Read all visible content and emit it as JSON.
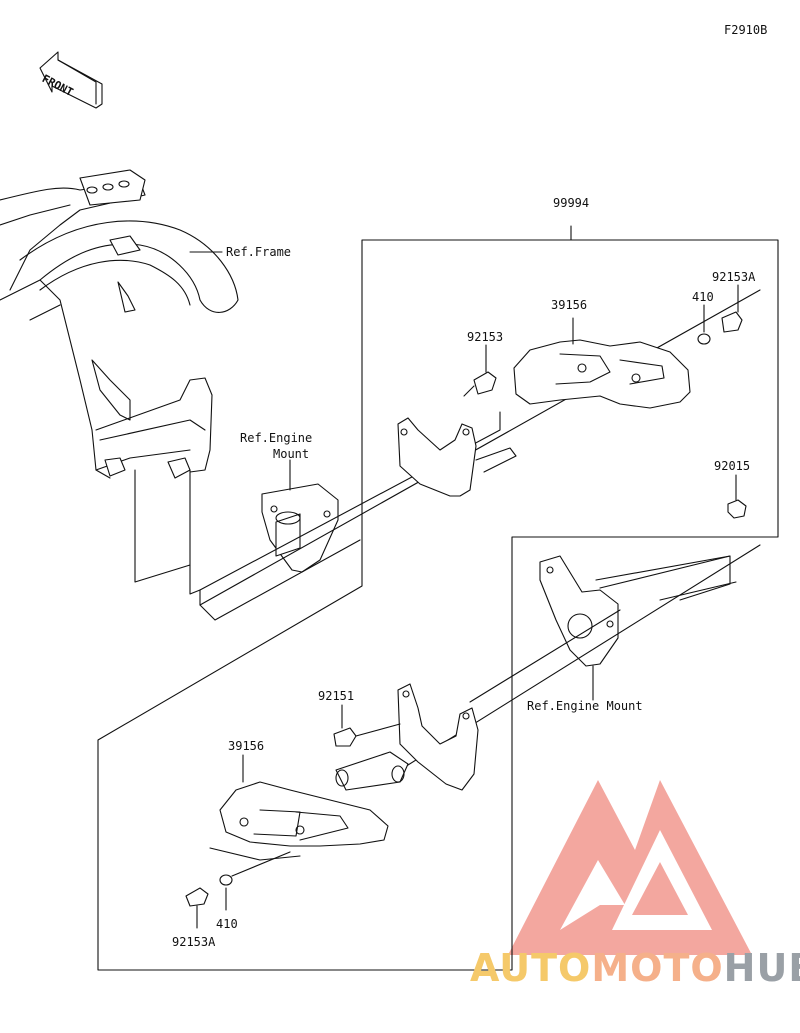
{
  "figure_code": "F2910B",
  "front_marker": "FRONT",
  "labels": {
    "ref_frame": "Ref.Frame",
    "ref_engine_mount_1_line1": "Ref.Engine",
    "ref_engine_mount_1_line2": "Mount",
    "ref_engine_mount_2": "Ref.Engine Mount"
  },
  "parts": [
    {
      "key": "p99994",
      "number": "99994"
    },
    {
      "key": "p92153A_top",
      "number": "92153A"
    },
    {
      "key": "p410_top",
      "number": "410"
    },
    {
      "key": "p39156_top",
      "number": "39156"
    },
    {
      "key": "p92153",
      "number": "92153"
    },
    {
      "key": "p92015",
      "number": "92015"
    },
    {
      "key": "p92151",
      "number": "92151"
    },
    {
      "key": "p39156_bottom",
      "number": "39156"
    },
    {
      "key": "p410_bottom",
      "number": "410"
    },
    {
      "key": "p92153A_bottom",
      "number": "92153A"
    }
  ],
  "watermark": {
    "part1": "AUTO",
    "part2": "MOTO",
    "part3": "HUB",
    "color": "#f08a80"
  }
}
